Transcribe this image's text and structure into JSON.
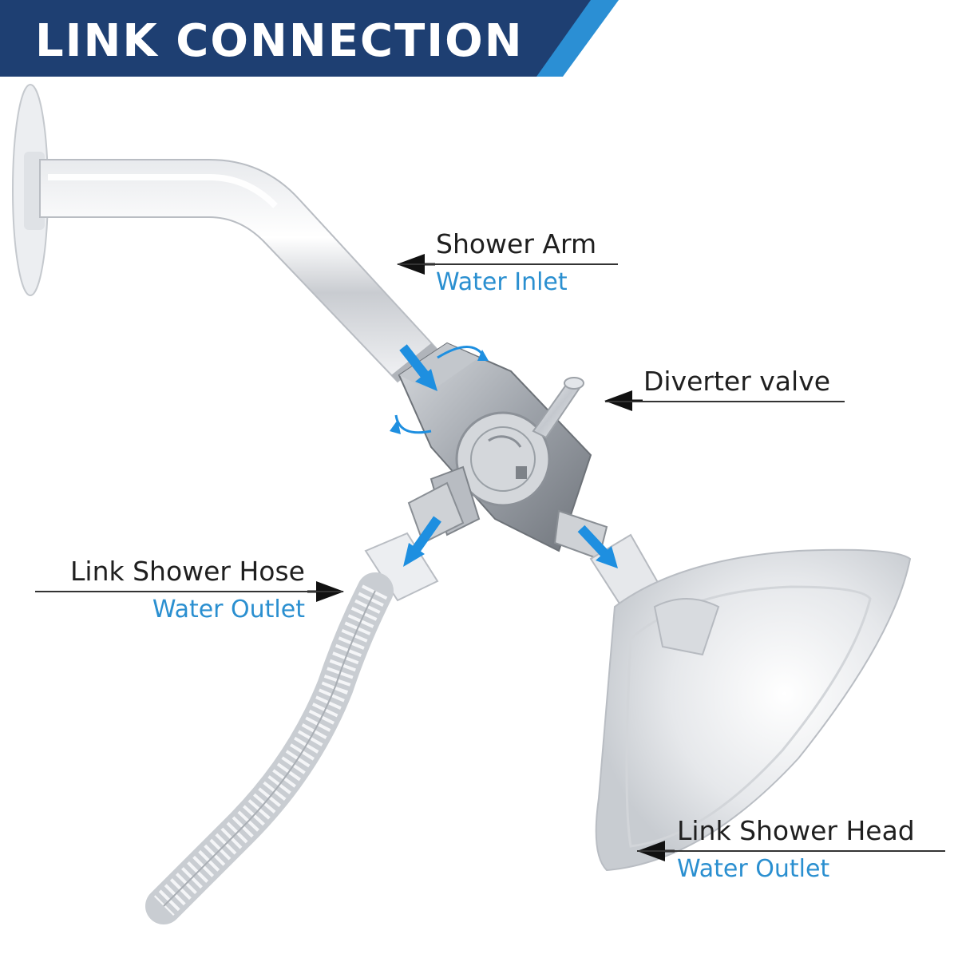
{
  "banner": {
    "title": "LINK CONNECTION",
    "color_dark": "#1e3f72",
    "color_light": "#2b8fd4"
  },
  "labels": {
    "shower_arm": {
      "primary": "Shower Arm",
      "secondary": "Water Inlet"
    },
    "diverter": {
      "primary": "Diverter valve"
    },
    "hose": {
      "primary": "Link Shower Hose",
      "secondary": "Water Outlet"
    },
    "head": {
      "primary": "Link Shower Head",
      "secondary": "Water Outlet"
    }
  },
  "colors": {
    "flow_arrow": "#1e8fe0",
    "secondary_text": "#2a8fd0",
    "pointer": "#111111"
  }
}
